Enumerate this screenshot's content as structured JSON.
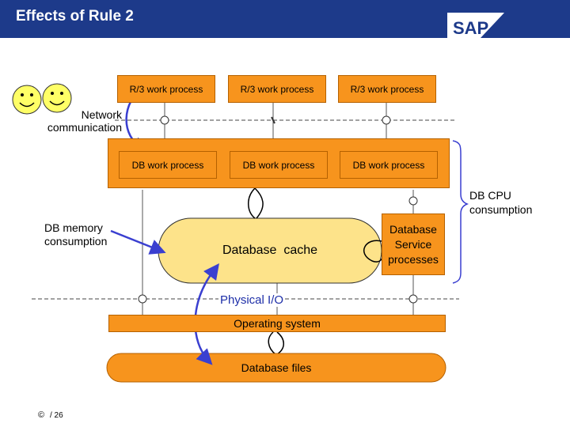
{
  "header": {
    "title": "Effects of Rule 2",
    "logo_text": "SAP"
  },
  "processes": {
    "r3_1": "R/3 work process",
    "r3_2": "R/3 work process",
    "r3_3": "R/3 work process",
    "db_1": "DB work process",
    "db_2": "DB work process",
    "db_3": "DB work process"
  },
  "labels": {
    "network": "Network\ncommunication",
    "db_cpu": "DB CPU\nconsumption",
    "db_memory": "DB memory\nconsumption",
    "database_cache": "Database  cache",
    "database_service": "Database\nService\nprocesses",
    "physical_io": "Physical I/O",
    "operating_system": "Operating system",
    "database_files": "Database files"
  },
  "footer": {
    "copyright_symbol": "©",
    "page": "/ 26"
  },
  "colors": {
    "header": "#1d3a8a",
    "orange": "#f7941d",
    "cache": "#fde38a",
    "blue_arrow": "#3a3fd0"
  }
}
